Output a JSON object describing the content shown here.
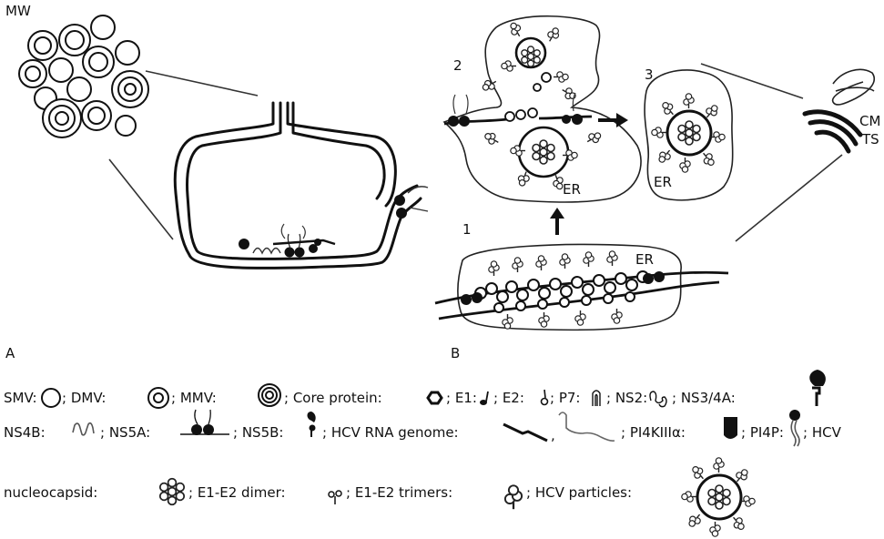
{
  "panels": {
    "a": "A",
    "b": "B"
  },
  "labels": {
    "mw": "MW",
    "n1": "1",
    "n2": "2",
    "n3": "3",
    "er1": "ER",
    "er2": "ER",
    "er3": "ER",
    "cm": "CM",
    "ts": "TS"
  },
  "legend": {
    "smv": "SMV:",
    "dmv": "; DMV:",
    "mmv": "; MMV:",
    "core": "; Core protein:",
    "e1": "; E1:",
    "e2": "; E2:",
    "p7": "; P7:",
    "ns2": "; NS2:",
    "ns34a": "; NS3/4A:",
    "ns4b": "NS4B:",
    "ns5a": "; NS5A:",
    "ns5b": "; NS5B:",
    "rna": "; HCV RNA genome:",
    "comma": ",",
    "pi4k": "; PI4KIIIα:",
    "pi4p": "; PI4P:",
    "hcv": "; HCV",
    "nucleocapsid": "nucleocapsid:",
    "dimer": "; E1-E2 dimer:",
    "trimers": "; E1-E2 trimers:",
    "particles": "; HCV particles:"
  }
}
